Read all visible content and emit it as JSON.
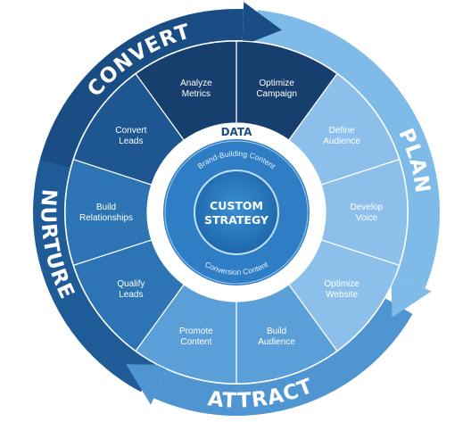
{
  "colors": {
    "darkest": "#173f6e",
    "dark": "#1d5690",
    "mid": "#2c74b4",
    "light": "#5b9fd8",
    "lighter": "#8cc0ea",
    "pale": "#cfe3f5",
    "white": "#ffffff"
  },
  "arcs": {
    "convert": "CONVERT",
    "plan": "PLAN",
    "attract": "ATTRACT",
    "nurture": "NURTURE"
  },
  "segments": [
    {
      "id": "optimize-campaign",
      "lines": [
        "Optimize",
        "Campaign"
      ],
      "tone": "darkest"
    },
    {
      "id": "define-audience",
      "lines": [
        "Define",
        "Audience"
      ],
      "tone": "lighter"
    },
    {
      "id": "develop-voice",
      "lines": [
        "Develop",
        "Voice"
      ],
      "tone": "lighter"
    },
    {
      "id": "optimize-website",
      "lines": [
        "Optimize",
        "Website"
      ],
      "tone": "lighter"
    },
    {
      "id": "build-audience",
      "lines": [
        "Build",
        "Audience"
      ],
      "tone": "light"
    },
    {
      "id": "promote-content",
      "lines": [
        "Promote",
        "Content"
      ],
      "tone": "light"
    },
    {
      "id": "qualify-leads",
      "lines": [
        "Qualify",
        "Leads"
      ],
      "tone": "mid"
    },
    {
      "id": "build-relationships",
      "lines": [
        "Build",
        "Relationships"
      ],
      "tone": "mid"
    },
    {
      "id": "convert-leads",
      "lines": [
        "Convert",
        "Leads"
      ],
      "tone": "dark"
    },
    {
      "id": "analyze-metrics",
      "lines": [
        "Analyze",
        "Metrics"
      ],
      "tone": "darkest"
    }
  ],
  "inner": {
    "data": "DATA",
    "top_text": "Brand-Building Content",
    "bottom_text": "Conversion Content",
    "center_lines": [
      "CUSTOM",
      "STRATEGY"
    ]
  }
}
